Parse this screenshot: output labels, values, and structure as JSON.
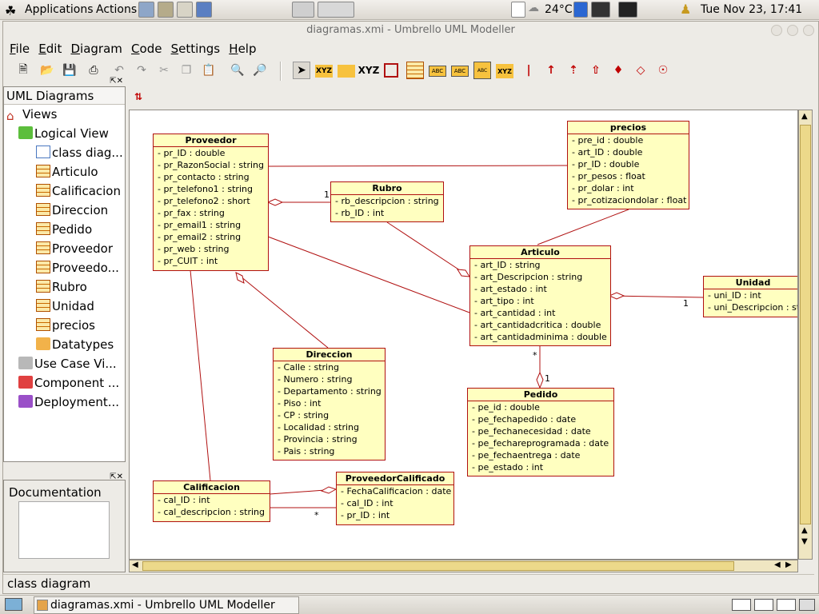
{
  "topbar": {
    "applications": "Applications",
    "actions": "Actions",
    "weather": "24°C",
    "clock": "Tue Nov 23, 17:41"
  },
  "window": {
    "title": "diagramas.xmi - Umbrello UML Modeller"
  },
  "menubar": {
    "items": [
      {
        "u": "F",
        "rest": "ile"
      },
      {
        "u": "E",
        "rest": "dit"
      },
      {
        "u": "D",
        "rest": "iagram"
      },
      {
        "u": "C",
        "rest": "ode"
      },
      {
        "u": "S",
        "rest": "ettings"
      },
      {
        "u": "H",
        "rest": "elp"
      }
    ]
  },
  "toolbar": {
    "xyz_label": "XYZ",
    "abc_label": "ABC"
  },
  "tree": {
    "title": "UML Diagrams",
    "views": "Views",
    "logical_view": "Logical View",
    "class_diagram": "class diag...",
    "classes": [
      "Articulo",
      "Calificacion",
      "Direccion",
      "Pedido",
      "Proveedor",
      "Proveedo...",
      "Rubro",
      "Unidad",
      "precios"
    ],
    "datatypes": "Datatypes",
    "use_case": "Use Case Vi...",
    "component": "Component ...",
    "deployment": "Deployment..."
  },
  "documentation": {
    "title": "Documentation"
  },
  "status": {
    "text": "class diagram"
  },
  "taskbar": {
    "task_label": "diagramas.xmi - Umbrello UML Modeller"
  },
  "diagram": {
    "classes": {
      "proveedor": {
        "name": "Proveedor",
        "attrs": [
          "- pr_ID : double",
          "- pr_RazonSocial : string",
          "- pr_contacto : string",
          "- pr_telefono1 : string",
          "- pr_telefono2 : short",
          "- pr_fax : string",
          "- pr_email1 : string",
          "- pr_email2 : string",
          "- pr_web : string",
          "- pr_CUIT : int"
        ]
      },
      "rubro": {
        "name": "Rubro",
        "attrs": [
          "- rb_descripcion : string",
          "- rb_ID : int"
        ]
      },
      "precios": {
        "name": "precios",
        "attrs": [
          "- pre_id : double",
          "- art_ID : double",
          "- pr_ID : double",
          "- pr_pesos : float",
          "- pr_dolar : int",
          "- pr_cotizaciondolar : float"
        ]
      },
      "articulo": {
        "name": "Articulo",
        "attrs": [
          "- art_ID : string",
          "- art_Descripcion : string",
          "- art_estado : int",
          "- art_tipo : int",
          "- art_cantidad : int",
          "- art_cantidadcritica : double",
          "- art_cantidadminima : double"
        ]
      },
      "unidad": {
        "name": "Unidad",
        "attrs": [
          "- uni_ID : int",
          "- uni_Descripcion : st"
        ]
      },
      "direccion": {
        "name": "Direccion",
        "attrs": [
          "- Calle : string",
          "- Numero : string",
          "- Departamento : string",
          "- Piso : int",
          "- CP : string",
          "- Localidad : string",
          "- Provincia : string",
          "- Pais : string"
        ]
      },
      "pedido": {
        "name": "Pedido",
        "attrs": [
          "- pe_id : double",
          "- pe_fechapedido : date",
          "- pe_fechanecesidad : date",
          "- pe_fechareprogramada : date",
          "- pe_fechaentrega : date",
          "- pe_estado : int"
        ]
      },
      "calificacion": {
        "name": "Calificacion",
        "attrs": [
          "- cal_ID : int",
          "- cal_descripcion : string"
        ]
      },
      "proveedorcalificado": {
        "name": "ProveedorCalificado",
        "attrs": [
          "- FechaCalificacion : date",
          "- cal_ID : int",
          "- pr_ID : int"
        ]
      }
    },
    "multiplicities": {
      "rubro_1": "1",
      "unidad_1": "1",
      "pedido_star": "*",
      "pedido_1": "1",
      "calif_star": "*"
    }
  }
}
